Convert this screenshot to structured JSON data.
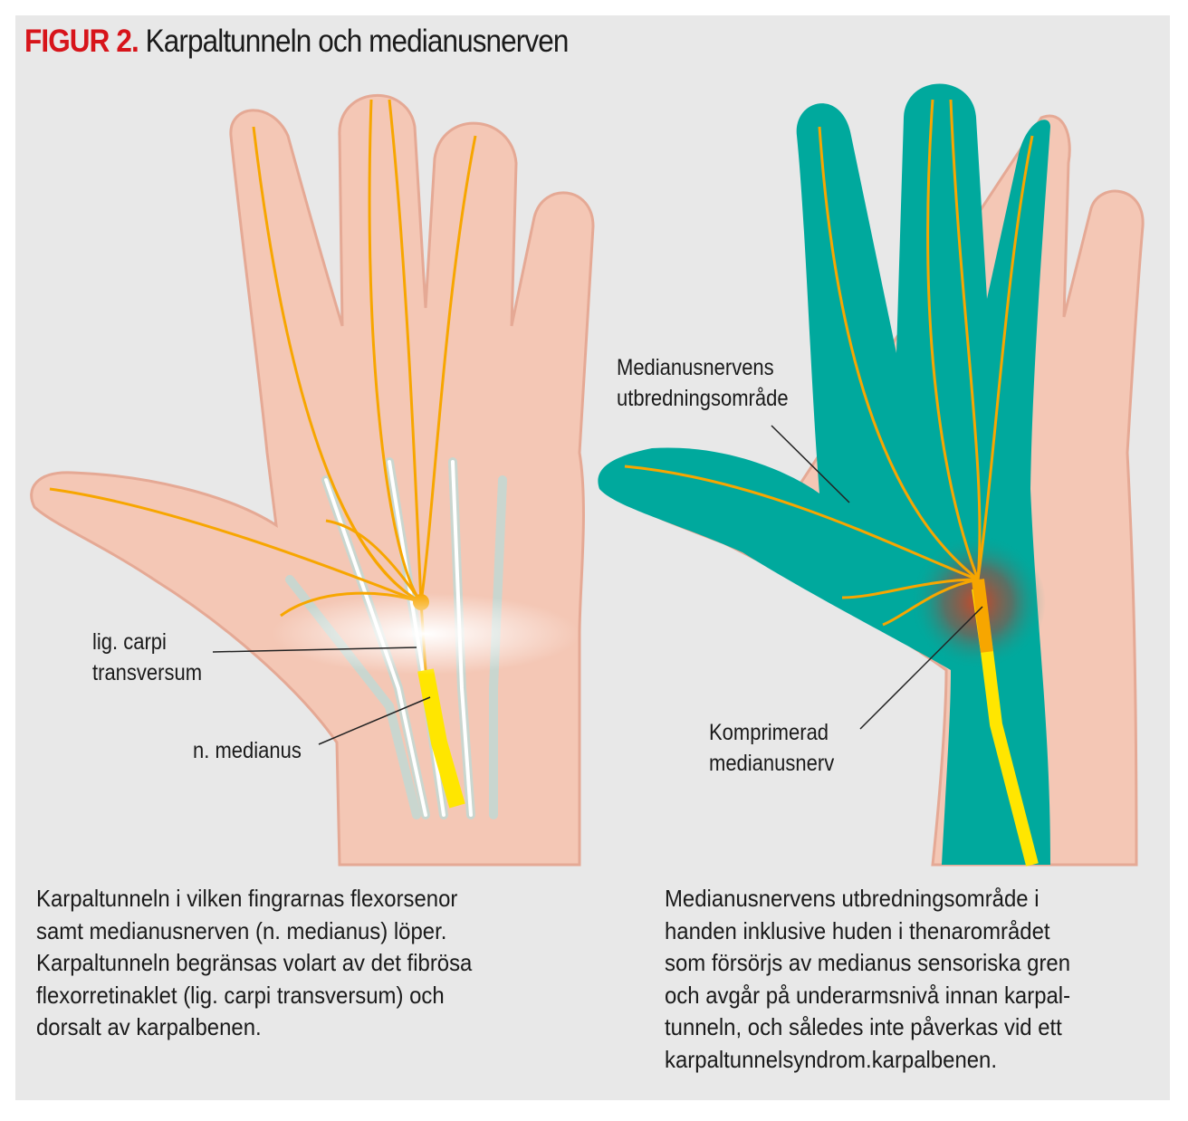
{
  "title": {
    "figure_label": "FIGUR 2.",
    "text": "Karpaltunneln och medianusnerven"
  },
  "left_figure": {
    "labels": {
      "ligament_line1": "lig. carpi",
      "ligament_line2": "transversum",
      "nerve": "n. medianus"
    },
    "caption_lines": [
      "Karpaltunneln i vilken fingrarnas flexorsenor",
      "samt medianusnerven (n. medianus) löper.",
      "Karpaltunneln begränsas volart av det fibrösa",
      "flexorretinaklet (lig. carpi transversum) och",
      "dorsalt av karpalbenen."
    ]
  },
  "right_figure": {
    "labels": {
      "area_line1": "Medianusnervens",
      "area_line2": "utbredningsområde",
      "compressed_line1": "Komprimerad",
      "compressed_line2": "medianusnerv"
    },
    "caption_lines": [
      "Medianusnervens utbredningsområde i",
      "handen inklusive huden i thenarområdet",
      "som försörjs av medianus sensoriska gren",
      "och avgår på underarmsnivå innan karpal-",
      "tunneln, och således inte påverkas vid ett",
      "karpaltunnelsyndrom.karpalbenen."
    ]
  },
  "colors": {
    "accent": "#d7141a",
    "skin": "#f4c7b5",
    "skin_outline": "#e5a995",
    "teal": "#00a99d",
    "nerve": "#f7a600",
    "nerve_yellow": "#ffe600",
    "panel": "#e8e8e8"
  }
}
